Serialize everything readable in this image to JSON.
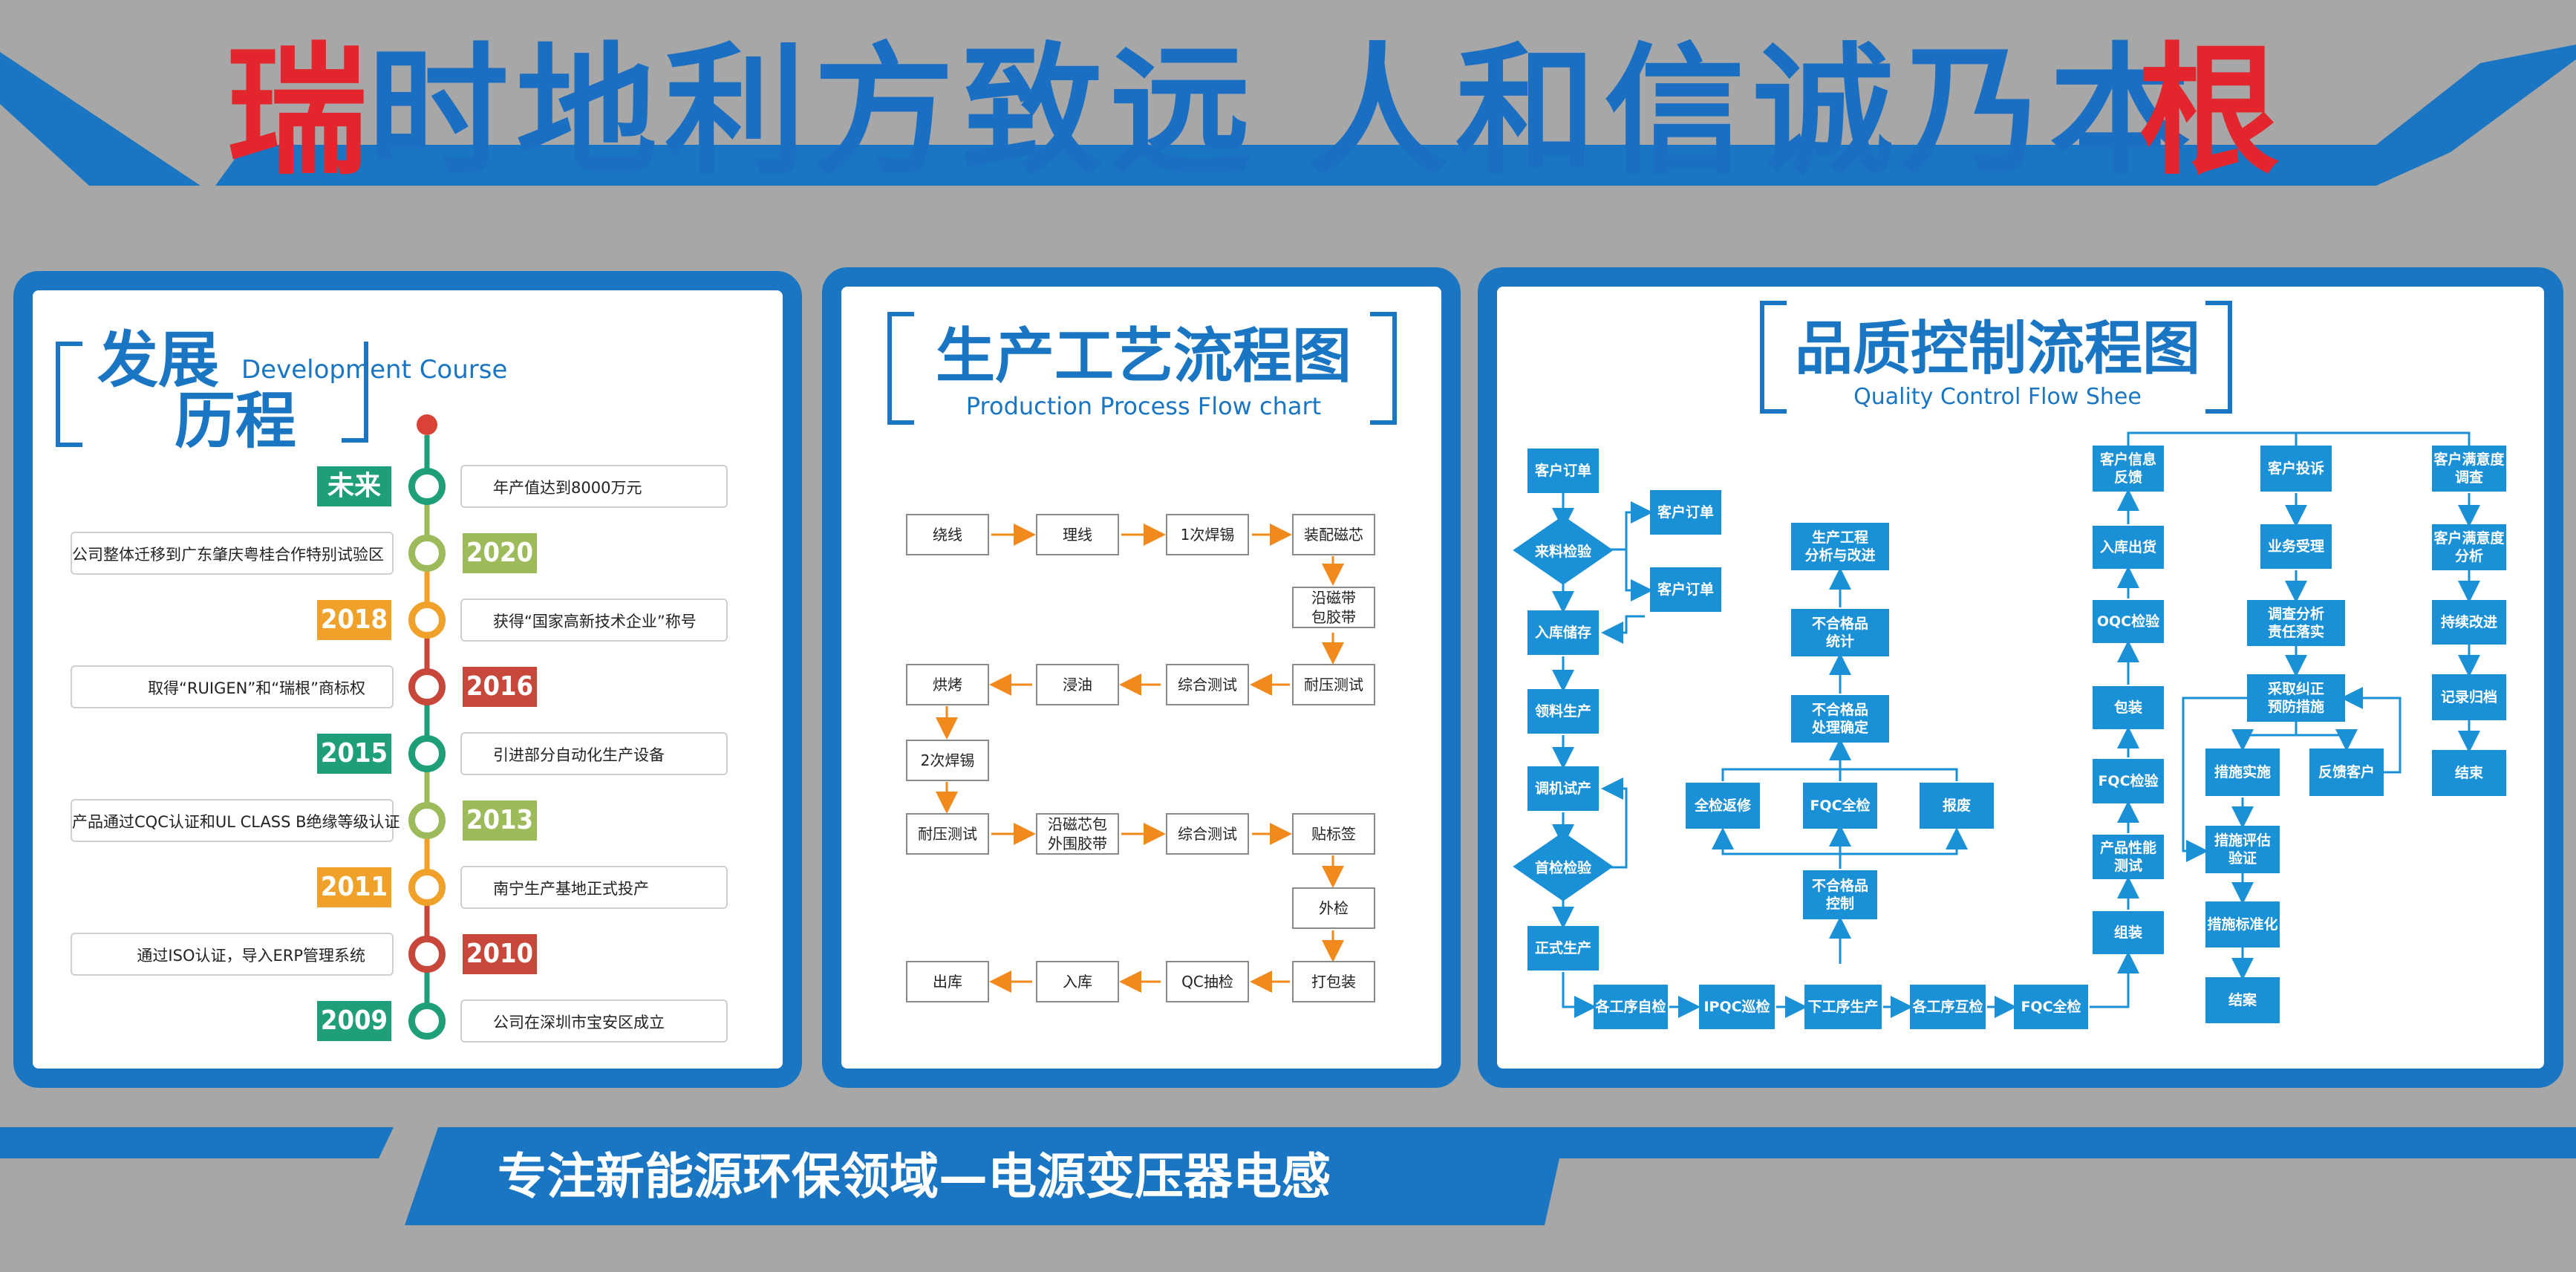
{
  "headline": {
    "chars": [
      {
        "ch": "瑞",
        "color": "#e3262d"
      },
      {
        "ch": "时地利方致远",
        "color": "#1a6fc2"
      },
      {
        "ch": "人和信诚乃本",
        "color": "#1a6fc2"
      },
      {
        "ch": "根",
        "color": "#e3262d"
      }
    ]
  },
  "development": {
    "title_cn_1": "发展",
    "title_cn_2": "历程",
    "title_en": "Development Course",
    "entries": [
      {
        "year": "未来",
        "text": "年产值达到8000万元",
        "side": "right",
        "color": "#1f9e7a"
      },
      {
        "year": "2020",
        "text": "公司整体迁移到广东肇庆粤桂合作特别试验区",
        "side": "left",
        "color": "#9dbb5a"
      },
      {
        "year": "2018",
        "text": "获得“国家高新技术企业”称号",
        "side": "right",
        "color": "#f0a12a"
      },
      {
        "year": "2016",
        "text": "取得“RUIGEN”和“瑞根”商标权",
        "side": "left",
        "color": "#c7473a"
      },
      {
        "year": "2015",
        "text": "引进部分自动化生产设备",
        "side": "right",
        "color": "#1f9e7a"
      },
      {
        "year": "2013",
        "text": "产品通过CQC认证和UL CLASS B绝缘等级认证",
        "side": "left",
        "color": "#9dbb5a"
      },
      {
        "year": "2011",
        "text": "南宁生产基地正式投产",
        "side": "right",
        "color": "#f0a12a"
      },
      {
        "year": "2010",
        "text": "通过ISO认证，导入ERP管理系统",
        "side": "left",
        "color": "#c7473a"
      },
      {
        "year": "2009",
        "text": "公司在深圳市宝安区成立",
        "side": "right",
        "color": "#1f9e7a"
      }
    ]
  },
  "production": {
    "title_cn": "生产工艺流程图",
    "title_en": "Production Process Flow chart",
    "steps": {
      "r1": [
        "绕线",
        "理线",
        "1次焊锡",
        "装配磁芯"
      ],
      "tape": "沿磁带\n包胶带",
      "r2": [
        "烘烤",
        "浸油",
        "综合测试",
        "耐压测试"
      ],
      "weld2": "2次焊锡",
      "r3": [
        "耐压测试",
        "沿磁芯包\n外围胶带",
        "综合测试",
        "贴标签"
      ],
      "inspect": "外检",
      "r4": [
        "出库",
        "入库",
        "QC抽检",
        "打包装"
      ]
    }
  },
  "quality": {
    "title_cn": "品质控制流程图",
    "title_en": "Quality Control Flow Shee",
    "left": {
      "order": "客户订单",
      "incoming": "来料检验",
      "order_a": "客户订单",
      "order_b": "客户订单",
      "storage": "入库储存",
      "pick": "领料生产",
      "trial": "调机试产",
      "first": "首检检验",
      "formal": "正式生产"
    },
    "bottom": [
      "各工序自检",
      "IPQC巡检",
      "下工序生产",
      "各工序互检",
      "FQC全检"
    ],
    "middle": {
      "analysis": "生产工程\n分析与改进",
      "stats": "不合格品\n统计",
      "handling": "不合格品\n处理确定",
      "repair": "全检返修",
      "fqc": "FQC全检",
      "scrap": "报废",
      "control": "不合格品\n控制"
    },
    "col1": [
      "客户信息\n反馈",
      "入库出货",
      "OQC检验",
      "包装",
      "FQC检验",
      "产品性能\n测试",
      "组装"
    ],
    "col2": {
      "complaint": "客户投诉",
      "accept": "业务受理",
      "investigate": "调查分析\n责任落实",
      "corrective": "采取纠正\n预防措施",
      "implement": "措施实施",
      "feedback": "反馈客户",
      "evaluate": "措施评估\n验证",
      "standard": "措施标准化",
      "close": "结案"
    },
    "col3": [
      "客户满意度\n调查",
      "客户满意度\n分析",
      "持续改进",
      "记录归档",
      "结束"
    ]
  },
  "slogan": "专注新能源环保领域—电源变压器电感",
  "colors": {
    "brand_blue": "#1a76c2",
    "box_blue": "#1a90d6",
    "arrow_orange": "#f08a1c",
    "accent_red": "#e3262d"
  }
}
